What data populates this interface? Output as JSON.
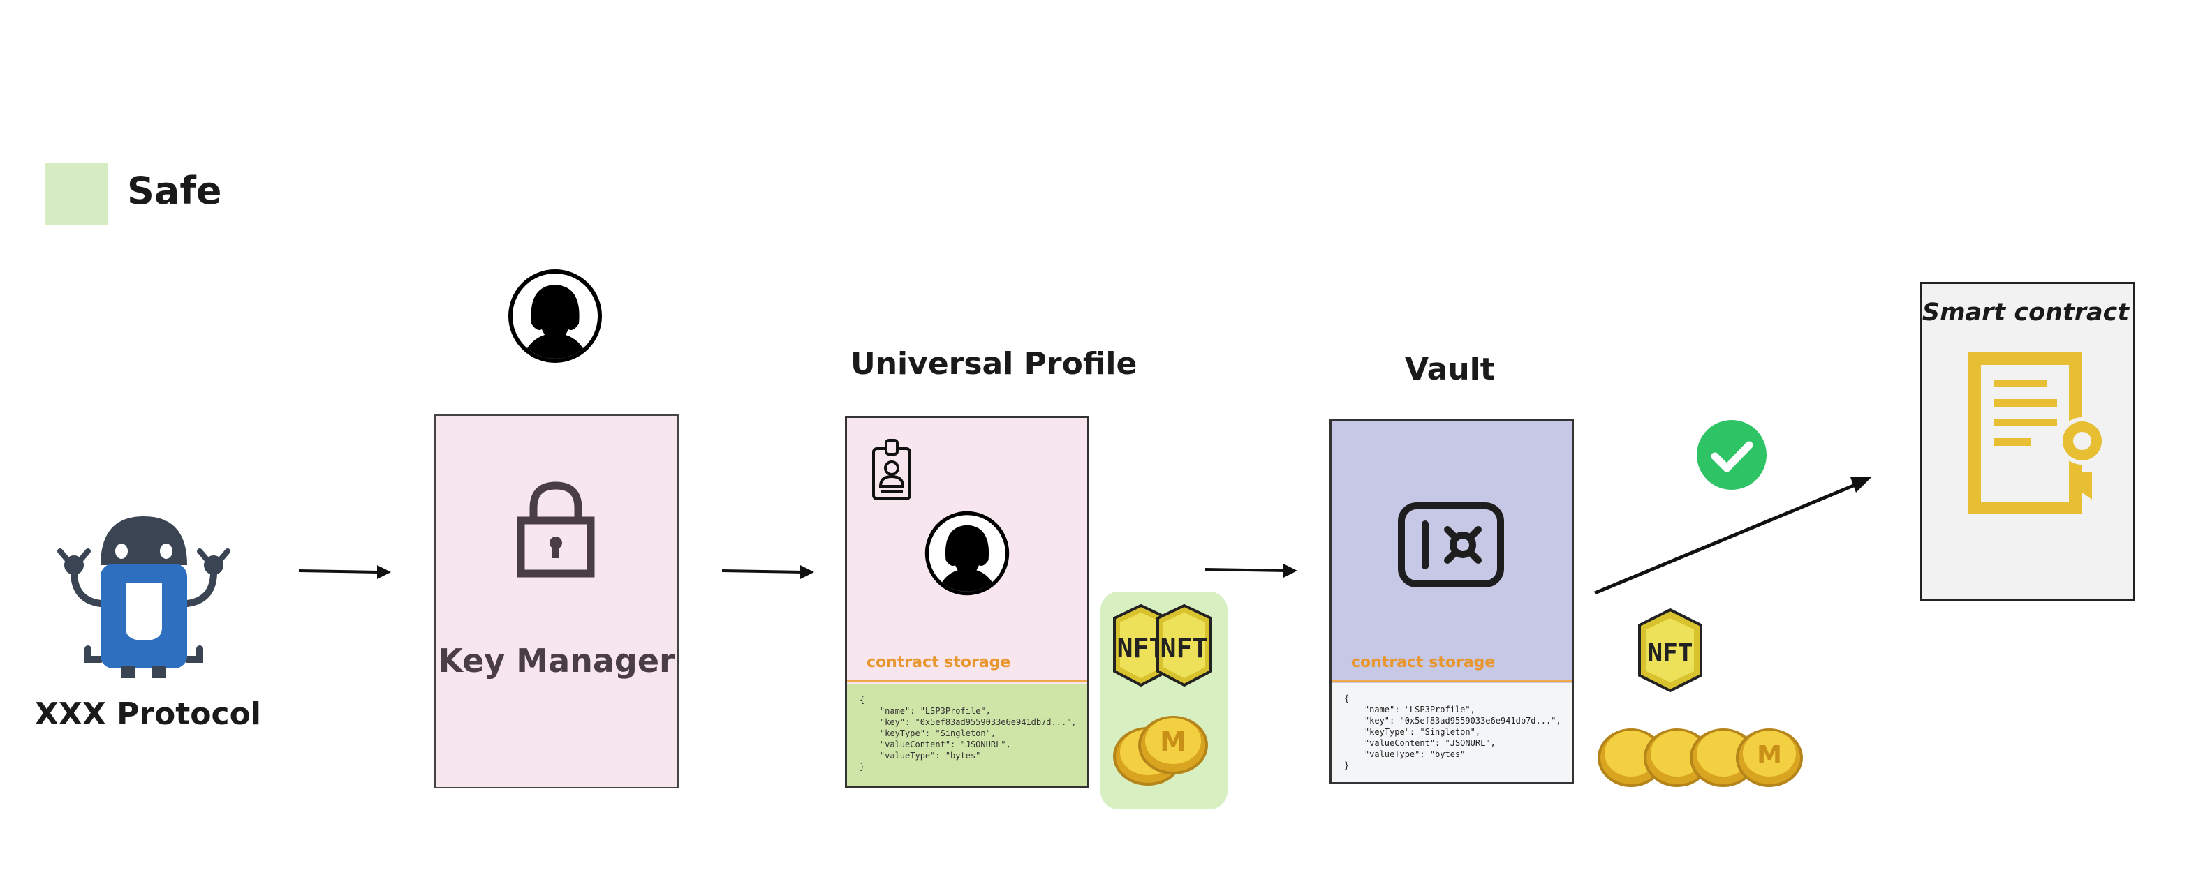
{
  "legend": {
    "label": "Safe",
    "color": "#d6ecc3"
  },
  "robot": {
    "label": "XXX Protocol"
  },
  "key_manager": {
    "label": "Key Manager"
  },
  "universal_profile": {
    "title": "Universal Profile",
    "storage_label": "contract storage",
    "code": "{\n    \"name\": \"LSP3Profile\",\n    \"key\": \"0x5ef83ad9559033e6e941db7d...\",\n    \"keyType\": \"Singleton\",\n    \"valueContent\": \"JSONURL\",\n    \"valueType\": \"bytes\"\n}"
  },
  "vault": {
    "title": "Vault",
    "storage_label": "contract storage",
    "code": "{\n    \"name\": \"LSP3Profile\",\n    \"key\": \"0x5ef83ad9559033e6e941db7d...\",\n    \"keyType\": \"Singleton\",\n    \"valueContent\": \"JSONURL\",\n    \"valueType\": \"bytes\"\n}"
  },
  "smart_contract": {
    "label": "Smart contract"
  },
  "icons": {
    "user": "user-silhouette-icon",
    "lock": "padlock-icon",
    "badge": "id-badge-icon",
    "safe": "vault-safe-icon",
    "check": "check-circle-icon",
    "certificate": "certificate-icon",
    "nft": "nft-token-icon",
    "coin": "coin-icon"
  },
  "colors": {
    "pink_box": "#f7e6ee",
    "vault_box": "#c6c8e6",
    "storage_orange": "#e8962e",
    "safe_green": "#d6ecc3",
    "check_green": "#2ec466",
    "robot_blue": "#2f6fbf",
    "robot_dark": "#3a4452",
    "gold": "#e8be33"
  }
}
